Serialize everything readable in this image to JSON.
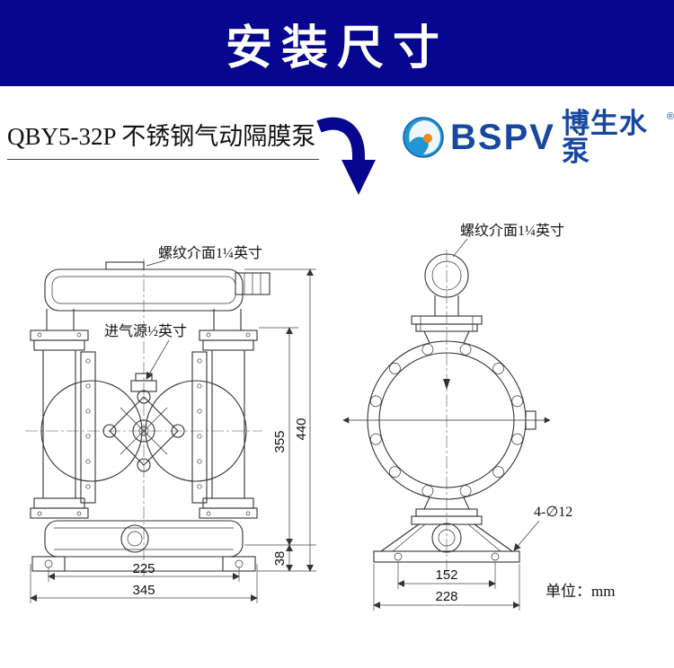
{
  "header": {
    "title": "安装尺寸"
  },
  "intro": {
    "product_title": "QBY5-32P 不锈钢气动隔膜泵"
  },
  "logo": {
    "name": "BSPV",
    "cn": "博生水泵",
    "reg": "®"
  },
  "front_view": {
    "thread_label": "螺纹介面1¼英寸",
    "air_label": "进气源½英寸",
    "dims": {
      "inner_height": "355",
      "total_height": "440",
      "base_height": "38",
      "foot_span": "225",
      "total_width": "345"
    }
  },
  "side_view": {
    "thread_label": "螺纹介面1¼英寸",
    "holes_label": "4-∅12",
    "dims": {
      "hole_span": "152",
      "base_width": "228"
    }
  },
  "footer": {
    "unit_label": "单位：mm"
  },
  "colors": {
    "header_bg": "#06068e",
    "logo_blue": "#17479e",
    "logo_cyan": "#2196d3",
    "logo_orange": "#f18a1d",
    "line": "#333333"
  }
}
